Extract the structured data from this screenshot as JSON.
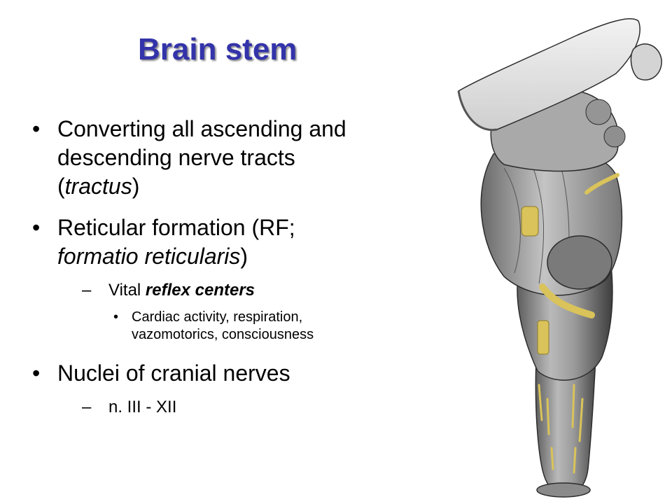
{
  "slide": {
    "title": "Brain stem",
    "bullets": {
      "b1": {
        "marker": "•",
        "line1": "Converting all ascending and",
        "line2": "descending nerve tracts",
        "paren_open": "(",
        "italic": "tractus",
        "paren_close": ")"
      },
      "b2": {
        "marker": "•",
        "line1": "Reticular formation (RF;",
        "italic": "formatio reticularis",
        "paren_close": ")"
      },
      "b2_sub": {
        "marker": "–",
        "prefix": "Vital ",
        "bold_italic": "reflex centers"
      },
      "b2_subsub": {
        "marker": "•",
        "line1": "Cardiac activity, respiration,",
        "line2": "vazomotorics, consciousness"
      },
      "b3": {
        "marker": "•",
        "text": "Nuclei of cranial nerves"
      },
      "b3_sub": {
        "marker": "–",
        "text": "n. III - XII"
      }
    }
  },
  "figure": {
    "icon": "brainstem-illustration"
  },
  "colors": {
    "title": "#3333aa",
    "text": "#000000",
    "nerve": "#d9c35a"
  }
}
